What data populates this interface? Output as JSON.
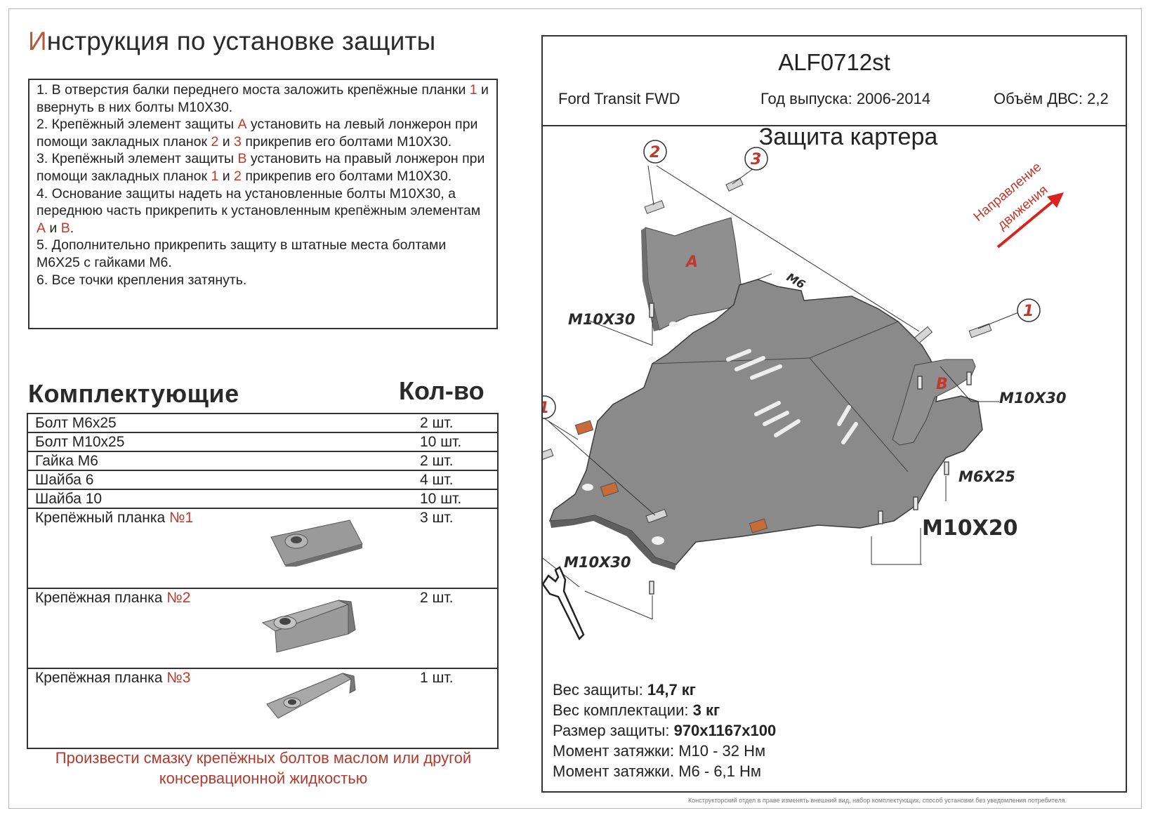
{
  "title": {
    "first_letter": "И",
    "rest": "нструкция по установке защиты"
  },
  "instructions": [
    {
      "parts": [
        {
          "t": "1. В отверстия балки переднего моста заложить крепёжные планки "
        },
        {
          "t": "1",
          "red": true
        },
        {
          "t": " и ввернуть в них болты М10Х30."
        }
      ]
    },
    {
      "parts": [
        {
          "t": "2. Крепёжный элемент защиты "
        },
        {
          "t": "А",
          "red": true
        },
        {
          "t": " установить на левый лонжерон при помощи закладных планок "
        },
        {
          "t": "2",
          "red": true
        },
        {
          "t": " и "
        },
        {
          "t": "3",
          "red": true
        },
        {
          "t": " прикрепив его болтами М10Х30."
        }
      ]
    },
    {
      "parts": [
        {
          "t": "3. Крепёжный элемент защиты "
        },
        {
          "t": "В",
          "red": true
        },
        {
          "t": " установить на правый лонжерон при помощи закладных планок "
        },
        {
          "t": "1",
          "red": true
        },
        {
          "t": " и "
        },
        {
          "t": "2",
          "red": true
        },
        {
          "t": " прикрепив его болтами М10Х30."
        }
      ]
    },
    {
      "parts": [
        {
          "t": "4. Основание защиты надеть на установленные болты М10Х30, а переднюю часть прикрепить к установленным крепёжным элементам "
        },
        {
          "t": "А",
          "red": true
        },
        {
          "t": " и "
        },
        {
          "t": "В",
          "red": true
        },
        {
          "t": "."
        }
      ]
    },
    {
      "parts": [
        {
          "t": "5. Дополнительно прикрепить защиту в штатные места болтами М6Х25 с гайками М6."
        }
      ]
    },
    {
      "parts": [
        {
          "t": "6. Все точки крепления затянуть."
        }
      ]
    }
  ],
  "components": {
    "title": "Комплектующие",
    "qty_title": "Кол-во",
    "rows": [
      {
        "name": "Болт М6х25",
        "qty": "2 шт."
      },
      {
        "name": "Болт М10х25",
        "qty": "10 шт."
      },
      {
        "name": "Гайка М6",
        "qty": "2 шт."
      },
      {
        "name": "Шайба 6",
        "qty": "4 шт."
      },
      {
        "name": "Шайба 10",
        "qty": "10 шт."
      }
    ],
    "plates": [
      {
        "name": "Крепёжный планка ",
        "num": "№1",
        "qty": "3 шт."
      },
      {
        "name": "Крепёжная планка ",
        "num": "№2",
        "qty": "2 шт."
      },
      {
        "name": "Крепёжная планка ",
        "num": "№3",
        "qty": "1 шт."
      }
    ]
  },
  "note": "Произвести смазку крепёжных болтов маслом или другой консервационной жидкостью",
  "product": {
    "code": "ALF0712st",
    "model": "Ford Transit FWD",
    "year": "Год выпуска: 2006-2014",
    "volume": "Объём ДВС: 2,2",
    "subtitle": "Защита картера"
  },
  "diagram": {
    "direction": [
      "Направление",
      "движения"
    ],
    "labels": {
      "m10x30": "M10X30",
      "m6": "M6",
      "m6x25": "M6X25",
      "m10x20": "M10X20",
      "a": "A",
      "b": "B",
      "n1": "1",
      "n2": "2",
      "n3": "3"
    },
    "colors": {
      "accent": "#c0392b",
      "metal": "#8f8f8f",
      "metal_dark": "#6e6e6e"
    }
  },
  "specs": [
    {
      "label": "Вес защиты: ",
      "value": "14,7 кг"
    },
    {
      "label": "Вес комплектации: ",
      "value": "3 кг"
    },
    {
      "label": "Размер защиты: ",
      "value": "970х1167х100"
    },
    {
      "label": "Момент затяжки:  ",
      "value": "М10 - 32 Нм"
    },
    {
      "label": "Момент затяжки.  ",
      "value": "М6 - 6,1 Нм"
    }
  ],
  "footer": "Конструкторский отдел в праве изменять внешний вид, набор комплектующих, способ установки без уведомления потребителя."
}
